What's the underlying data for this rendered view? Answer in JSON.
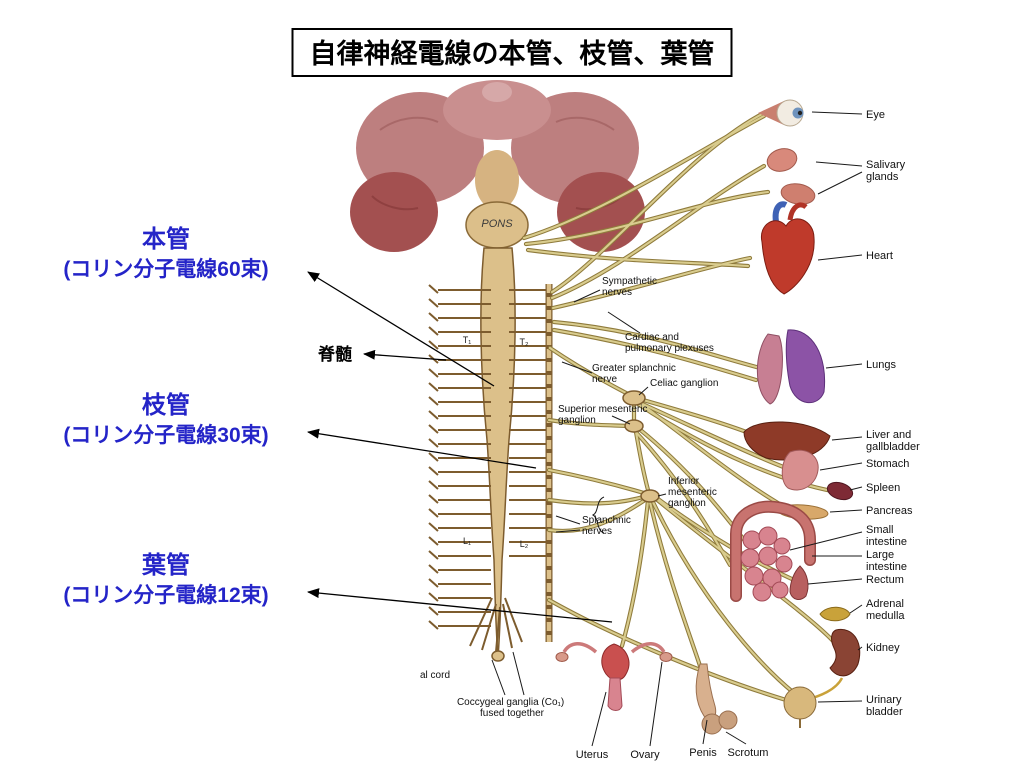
{
  "slide": {
    "title": "自律神経電線の本管、枝管、葉管"
  },
  "annotations": {
    "honkan": {
      "title": "本管",
      "subtitle": "(コリン分子電線60束)"
    },
    "edakan": {
      "title": "枝管",
      "subtitle": "(コリン分子電線30束)"
    },
    "youkan": {
      "title": "葉管",
      "subtitle": "(コリン分子電線12束)"
    },
    "sekizui": "脊髄"
  },
  "figure_labels": {
    "pons": "PONS",
    "sympathetic_nerves": [
      "Sympathetic",
      "nerves"
    ],
    "cardiac_pulmonary": [
      "Cardiac and",
      "pulmonary plexuses"
    ],
    "greater_splanchnic": [
      "Greater splanchnic",
      "nerve"
    ],
    "celiac_ganglion": "Celiac ganglion",
    "superior_mesenteric": [
      "Superior mesenteric",
      "ganglion"
    ],
    "inferior_mesenteric": [
      "Inferior",
      "mesenteric",
      "ganglion"
    ],
    "splanchnic_nerves": [
      "Splanchnic",
      "nerves"
    ],
    "coccygeal": [
      "Coccygeal ganglia (Co₁)",
      "fused together"
    ],
    "spinal_cord_partial": "al cord",
    "t1": "T₁",
    "t2": "T₂",
    "l1": "L₁",
    "l2": "L₂"
  },
  "organ_labels": {
    "eye": [
      "Eye"
    ],
    "salivary": [
      "Salivary",
      "glands"
    ],
    "heart": [
      "Heart"
    ],
    "lungs": [
      "Lungs"
    ],
    "liver": [
      "Liver and",
      "gallbladder"
    ],
    "stomach": [
      "Stomach"
    ],
    "spleen": [
      "Spleen"
    ],
    "pancreas": [
      "Pancreas"
    ],
    "small_intestine": [
      "Small",
      "intestine"
    ],
    "large_intestine": [
      "Large",
      "intestine"
    ],
    "rectum": [
      "Rectum"
    ],
    "adrenal": [
      "Adrenal",
      "medulla"
    ],
    "kidney": [
      "Kidney"
    ],
    "bladder": [
      "Urinary",
      "bladder"
    ],
    "uterus": [
      "Uterus"
    ],
    "ovary": [
      "Ovary"
    ],
    "penis": [
      "Penis"
    ],
    "scrotum": [
      "Scrotum"
    ]
  },
  "colors": {
    "annotation_blue": "#2424c8",
    "nerve_yellow": "#d9cc8e",
    "nerve_outline": "#8f7b3c",
    "cord_tan": "#dcc08a"
  }
}
